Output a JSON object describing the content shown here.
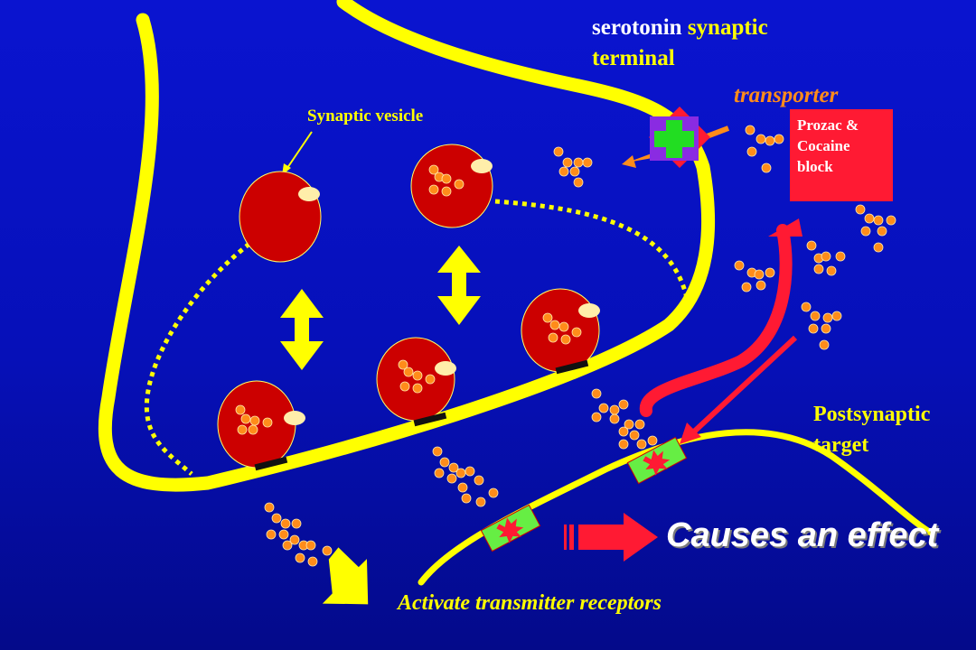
{
  "labels": {
    "terminal_word1": "serotonin",
    "terminal_word2": "synaptic",
    "terminal_word3": "terminal",
    "transporter": "transporter",
    "synaptic_vesicle": "Synaptic vesicle",
    "block_line1": "Prozac &",
    "block_line2": "Cocaine",
    "block_line3": "block",
    "postsynaptic_line1": "Postsynaptic",
    "postsynaptic_line2": "target",
    "effect": "Causes an effect",
    "activate": "Activate transmitter receptors"
  },
  "colors": {
    "membrane": "#ffff00",
    "vesicle": "#cc0000",
    "transmitter": "#ff8c1a",
    "receptor": "#66ee44",
    "drug_arrow": "#ff1a33"
  }
}
